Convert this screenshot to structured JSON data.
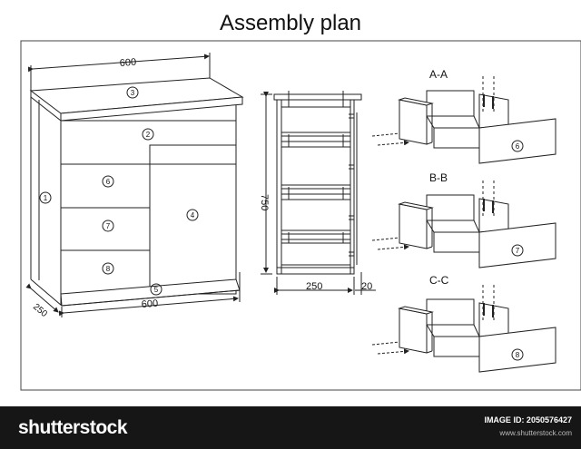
{
  "title": "Assembly plan",
  "front_view": {
    "dim_width_top": "600",
    "dim_width_bottom": "600",
    "dim_depth": "250",
    "callouts": [
      "1",
      "2",
      "3",
      "4",
      "5",
      "6",
      "7",
      "8"
    ]
  },
  "side_view": {
    "dim_height": "750",
    "dim_depth": "250",
    "dim_offset": "20"
  },
  "sections": [
    {
      "label": "A-A",
      "part": "6"
    },
    {
      "label": "B-B",
      "part": "7"
    },
    {
      "label": "C-C",
      "part": "8"
    }
  ],
  "footer": {
    "brand": "shutterstock",
    "image_id": "IMAGE ID: 2050576427",
    "site": "www.shutterstock.com"
  }
}
